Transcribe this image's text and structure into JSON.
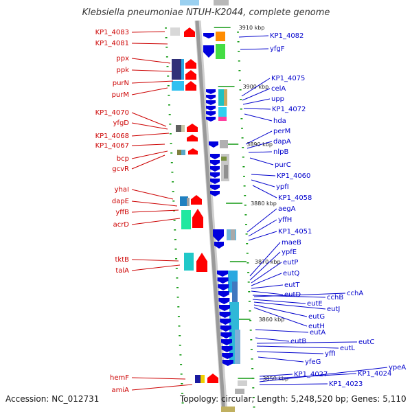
{
  "title": "Klebsiella pneumoniae NTUH-K2044, complete genome",
  "footer": {
    "accession": "Accession: NC_012731",
    "topology": "Topology: circular; Length: 5,248,520 bp; Genes: 5,110"
  },
  "colors": {
    "forward_strand_label": "#cc0000",
    "reverse_strand_label": "#0000cc",
    "forward_arrow": "#ff0000",
    "reverse_arrow": "#0000dd",
    "backbone": "#9a9a9a",
    "tick": "#119911"
  },
  "scale_ticks": [
    "3910 kbp",
    "3900 kbp",
    "3890 kbp",
    "3880 kbp",
    "3870 kbp",
    "3860 kbp",
    "3850 kbp"
  ],
  "left_genes": [
    "KP1_4083",
    "KP1_4081",
    "ppx",
    "ppk",
    "purN",
    "purM",
    "KP1_4070",
    "yfgD",
    "KP1_4068",
    "KP1_4067",
    "bcp",
    "gcvR",
    "yhaI",
    "dapE",
    "yffB",
    "acrD",
    "tktB",
    "talA",
    "hemF",
    "amiA"
  ],
  "right_genes": [
    "KP1_4082",
    "yfgF",
    "KP1_4075",
    "celA",
    "upp",
    "KP1_4072",
    "hda",
    "perM",
    "dapA",
    "nlpB",
    "purC",
    "KP1_4060",
    "ypfI",
    "KP1_4058",
    "aegA",
    "yffH",
    "KP1_4051",
    "maeB",
    "ypfE",
    "eutP",
    "eutQ",
    "eutT",
    "eutD",
    "cchB",
    "cchA",
    "eutE",
    "eutJ",
    "eutG",
    "eutH",
    "eutA",
    "eutB",
    "eutC",
    "eutL",
    "yffI",
    "yfeG",
    "KP1_4027",
    "KP1_4024",
    "ypeA",
    "KP1_4023"
  ]
}
